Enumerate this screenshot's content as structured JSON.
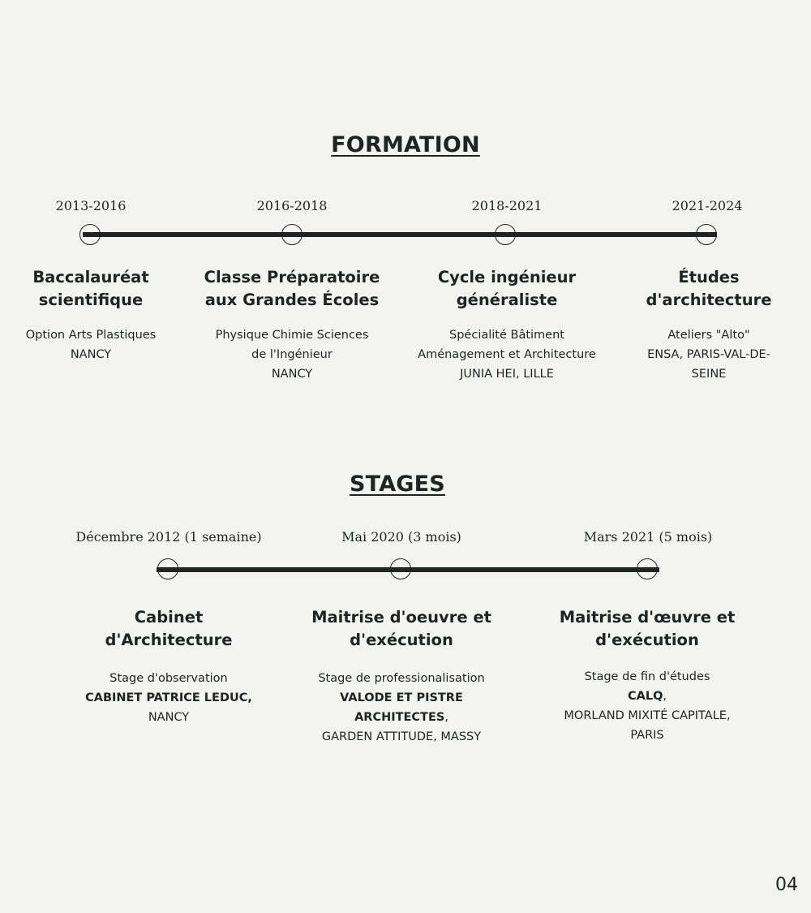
{
  "formation": {
    "title": "FORMATION",
    "entries": [
      {
        "date": "2013-2016",
        "heading": [
          "Baccalauréat",
          "scientifique"
        ],
        "lines": [
          "Option Arts Plastiques",
          "NANCY"
        ]
      },
      {
        "date": "2016-2018",
        "heading": [
          "Classe Préparatoire",
          "aux Grandes Écoles"
        ],
        "lines": [
          "Physique Chimie Sciences",
          "de l'Ingénieur",
          "NANCY"
        ]
      },
      {
        "date": "2018-2021",
        "heading": [
          "Cycle ingénieur",
          "généraliste"
        ],
        "lines": [
          "Spécialité Bâtiment",
          "Aménagement et Architecture",
          "JUNIA HEI, LILLE"
        ]
      },
      {
        "date": "2021-2024",
        "heading": [
          "Études",
          "d'architecture"
        ],
        "lines": [
          "Ateliers \"Alto\"",
          "ENSA, PARIS-VAL-DE-",
          "SEINE"
        ]
      }
    ]
  },
  "stages": {
    "title": "STAGES",
    "entries": [
      {
        "date": "Décembre 2012 (1 semaine)",
        "heading": [
          "Cabinet",
          "d'Architecture"
        ],
        "lines": [
          "Stage d'observation"
        ],
        "bold": "CABINET PATRICE LEDUC,",
        "rest": [
          "NANCY"
        ]
      },
      {
        "date": "Mai 2020 (3 mois)",
        "heading": [
          "Maitrise d'oeuvre et",
          "d'exécution"
        ],
        "lines": [
          "Stage de professionalisation"
        ],
        "bold": "VALODE ET PISTRE",
        "bold2": "ARCHITECTES",
        "bold2_suffix": ",",
        "rest": [
          "GARDEN ATTITUDE, MASSY"
        ]
      },
      {
        "date": "Mars 2021 (5 mois)",
        "heading": [
          "Maitrise d'œuvre et",
          "d'exécution"
        ],
        "lines": [
          "Stage de fin d'études"
        ],
        "bold": "CALQ",
        "bold_suffix": ",",
        "rest": [
          "MORLAND MIXITÉ CAPITALE,",
          "PARIS"
        ]
      }
    ]
  },
  "page_number": "04"
}
